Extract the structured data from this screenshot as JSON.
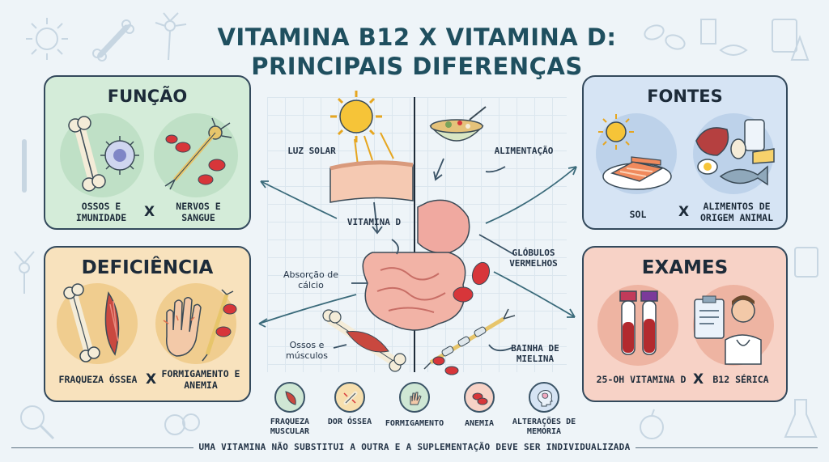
{
  "title": {
    "line1": "VITAMINA B12 X VITAMINA D:",
    "line2": "PRINCIPAIS DIFERENÇAS"
  },
  "panels": {
    "function": {
      "heading": "FUNÇÃO",
      "left_label": "OSSOS E IMUNIDADE",
      "right_label": "NERVOS E SANGUE",
      "separator": "X"
    },
    "sources": {
      "heading": "FONTES",
      "left_label": "SOL",
      "right_label": "ALIMENTOS DE ORIGEM ANIMAL",
      "separator": "X"
    },
    "deficiency": {
      "heading": "DEFICIÊNCIA",
      "left_label": "FRAQUEZA ÓSSEA",
      "right_label": "FORMIGAMENTO E ANEMIA",
      "separator": "X"
    },
    "exams": {
      "heading": "EXAMES",
      "left_label": "25-OH VITAMINA D",
      "right_label": "B12 SÉRICA",
      "separator": "X"
    }
  },
  "center_labels": {
    "sunlight": "LUZ SOLAR",
    "food": "ALIMENTAÇÃO",
    "vitamin_d": "VITAMINA D",
    "red_cells": "GLÓBULOS VERMELHOS",
    "calcium": "Absorção de cálcio",
    "bones_muscles": "Ossos e músculos",
    "myelin": "BAINHA DE MIELINA"
  },
  "symptoms": [
    {
      "label": "FRAQUEZA MUSCULAR",
      "icon": "muscle-icon",
      "color": "#cfe7d4"
    },
    {
      "label": "DOR ÓSSEA",
      "icon": "bone-pain-icon",
      "color": "#f7dfae"
    },
    {
      "label": "FORMIGAMENTO",
      "icon": "tingling-hand-icon",
      "color": "#cfe7d4"
    },
    {
      "label": "ANEMIA",
      "icon": "red-cells-icon",
      "color": "#f7d2c6"
    },
    {
      "label": "ALTERAÇÕES DE MEMÓRIA",
      "icon": "brain-head-icon",
      "color": "#d6e4f4"
    }
  ],
  "footer": "UMA VITAMINA NÃO SUBSTITUI A OUTRA E A SUPLEMENTAÇÃO DEVE SER INDIVIDUALIZADA",
  "colors": {
    "background": "#eef4f8",
    "title": "#1f4f5f",
    "function_panel": "#d4ecd9",
    "deficiency_panel": "#f8e2bd",
    "sources_panel": "#d6e4f4",
    "exams_panel": "#f7d2c6",
    "outline": "#33495c"
  }
}
